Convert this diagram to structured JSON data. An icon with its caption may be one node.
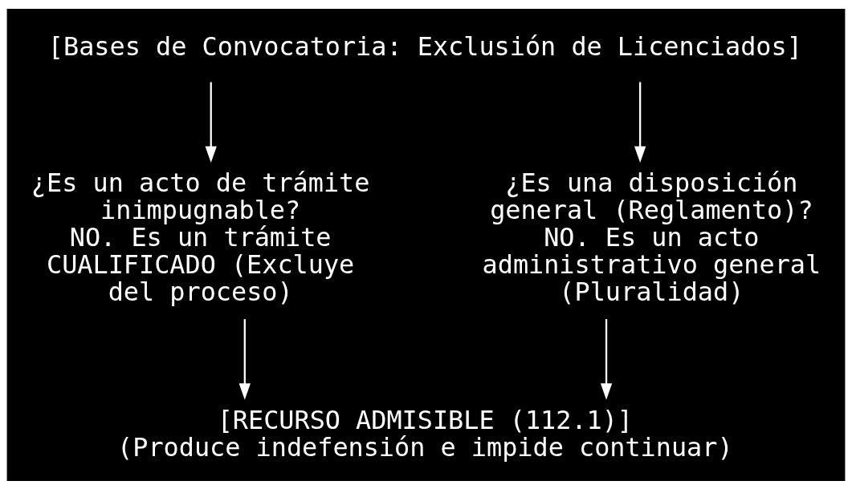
{
  "diagram": {
    "nodes": [
      {
        "text": [
          "[Bases de Convocatoria: Exclusión de Licenciados]"
        ]
      },
      {
        "text": [
          "¿Es un acto de trámite inimpugnable?",
          "NO. Es un trámite CUALIFICADO (Excluye del proceso)"
        ]
      },
      {
        "text": [
          "¿Es una disposición general (Reglamento)?",
          "NO. Es un acto administrativo general (Pluralidad)"
        ]
      },
      {
        "text": [
          "[RECURSO ADMISIBLE (112.1)]",
          "(Produce indefensión e impide continuar)"
        ]
      }
    ],
    "edges": [
      {
        "from": 0,
        "to": 1,
        "arrow": "to"
      },
      {
        "from": 0,
        "to": 2,
        "arrow": "to"
      },
      {
        "from": 1,
        "to": 3,
        "arrow": "to"
      },
      {
        "from": 2,
        "to": 3,
        "arrow": "to"
      }
    ]
  }
}
